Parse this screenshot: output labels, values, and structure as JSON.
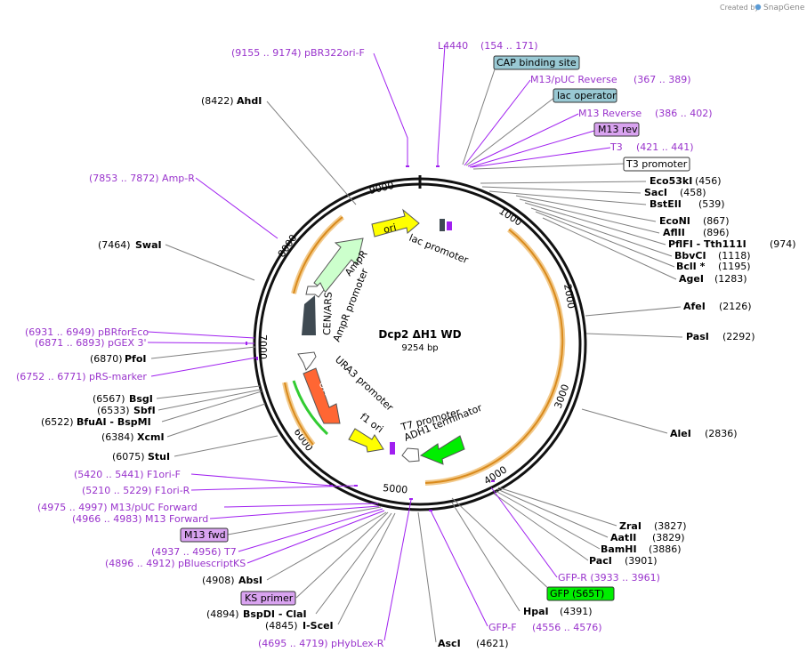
{
  "header": {
    "created_by": "Created by",
    "brand": "SnapGene"
  },
  "plasmid": {
    "name": "Dcp2 ΔH1 WD",
    "size": "9254 bp"
  },
  "ticks": [
    "1000",
    "2000",
    "3000",
    "4000",
    "5000",
    "6000",
    "7000",
    "8000",
    "9000"
  ],
  "inner_labels": {
    "ori": "ori",
    "lac_promoter": "lac promoter",
    "ampr": "AmpR",
    "ampr_promoter": "AmpR promoter",
    "cen_ars": "CEN/ARS",
    "ura3_promoter": "URA3 promoter",
    "ura3": "URA3",
    "f1_ori": "f1 ori",
    "t7_promoter": "T7 promoter",
    "adh1_terminator": "ADH1 terminator"
  },
  "labels": [
    {
      "id": "pbr322ori-f",
      "text": "(9155 .. 9174)  pBR322ori-F",
      "style": "p"
    },
    {
      "id": "l4440",
      "text": "L4440",
      "style": "p"
    },
    {
      "id": "l4440-pos",
      "text": "(154 .. 171)",
      "style": "p"
    },
    {
      "id": "cap-binding",
      "text": "CAP binding site",
      "style": "box-teal"
    },
    {
      "id": "m13-puc-rev",
      "text": "M13/pUC Reverse",
      "style": "p"
    },
    {
      "id": "m13-puc-rev-pos",
      "text": "(367 .. 389)",
      "style": "p"
    },
    {
      "id": "lac-operator",
      "text": "lac operator",
      "style": "box-teal"
    },
    {
      "id": "m13-reverse",
      "text": "M13 Reverse",
      "style": "p"
    },
    {
      "id": "m13-reverse-pos",
      "text": "(386 .. 402)",
      "style": "p"
    },
    {
      "id": "m13-rev",
      "text": "M13 rev",
      "style": "box-purple"
    },
    {
      "id": "t3",
      "text": "T3",
      "style": "p"
    },
    {
      "id": "t3-pos",
      "text": "(421 .. 441)",
      "style": "p"
    },
    {
      "id": "t3-promoter",
      "text": "T3 promoter",
      "style": "box-white"
    },
    {
      "id": "eco53ki",
      "name": "Eco53kI",
      "pos": "(456)",
      "style": "site"
    },
    {
      "id": "saci",
      "name": "SacI",
      "pos": "(458)",
      "style": "site"
    },
    {
      "id": "bsteii",
      "name": "BstEII",
      "pos": "(539)",
      "style": "site"
    },
    {
      "id": "econi",
      "name": "EcoNI",
      "pos": "(867)",
      "style": "site"
    },
    {
      "id": "aflii",
      "name": "AflII",
      "pos": "(896)",
      "style": "site"
    },
    {
      "id": "pflfi",
      "name": "PflFI  - Tth111I",
      "pos": "(974)",
      "style": "site"
    },
    {
      "id": "bbvci",
      "name": "BbvCI",
      "pos": "(1118)",
      "style": "site"
    },
    {
      "id": "bcli",
      "name": "BclI *",
      "pos": "(1195)",
      "style": "site"
    },
    {
      "id": "agei",
      "name": "AgeI",
      "pos": "(1283)",
      "style": "site"
    },
    {
      "id": "afei",
      "name": "AfeI",
      "pos": "(2126)",
      "style": "site"
    },
    {
      "id": "pasi",
      "name": "PasI",
      "pos": "(2292)",
      "style": "site"
    },
    {
      "id": "alei",
      "name": "AleI",
      "pos": "(2836)",
      "style": "site"
    },
    {
      "id": "zrai",
      "name": "ZraI",
      "pos": "(3827)",
      "style": "site"
    },
    {
      "id": "aatii",
      "name": "AatII",
      "pos": "(3829)",
      "style": "site"
    },
    {
      "id": "bamhi",
      "name": "BamHI",
      "pos": "(3886)",
      "style": "site"
    },
    {
      "id": "paci",
      "name": "PacI",
      "pos": "(3901)",
      "style": "site"
    },
    {
      "id": "gfp-r",
      "text": "GFP-R    (3933 .. 3961)",
      "style": "p"
    },
    {
      "id": "gfp-s65t",
      "text": "GFP (S65T)",
      "style": "box-green"
    },
    {
      "id": "hpai",
      "name": "HpaI",
      "pos": "(4391)",
      "style": "site"
    },
    {
      "id": "gfp-f",
      "text": "GFP-F",
      "style": "p"
    },
    {
      "id": "gfp-f-pos",
      "text": "(4556 .. 4576)",
      "style": "p"
    },
    {
      "id": "asci",
      "name": "AscI",
      "pos": "(4621)",
      "style": "site"
    },
    {
      "id": "ahdi",
      "name": "AhdI",
      "pos": "(8422)",
      "style": "site-left"
    },
    {
      "id": "amp-r",
      "text": "(7853 .. 7872)  Amp-R",
      "style": "p"
    },
    {
      "id": "swai",
      "name": "SwaI",
      "pos": "(7464)",
      "style": "site-left"
    },
    {
      "id": "pbrforeco",
      "text": "(6931 .. 6949)  pBRforEco",
      "style": "p"
    },
    {
      "id": "pgex3",
      "text": "(6871 .. 6893)  pGEX 3'",
      "style": "p"
    },
    {
      "id": "pfoi",
      "name": "PfoI",
      "pos": "(6870)",
      "style": "site-left"
    },
    {
      "id": "prs-marker",
      "text": "(6752 .. 6771)  pRS-marker",
      "style": "p"
    },
    {
      "id": "bsgi",
      "name": "BsgI",
      "pos": "(6567)",
      "style": "site-left"
    },
    {
      "id": "sbfi",
      "name": "SbfI",
      "pos": "(6533)",
      "style": "site-left"
    },
    {
      "id": "bfuai",
      "name": "BfuAI   - BspMI",
      "pos": "(6522)",
      "style": "site-left"
    },
    {
      "id": "xcmi",
      "name": "XcmI",
      "pos": "(6384)",
      "style": "site-left"
    },
    {
      "id": "stui",
      "name": "StuI",
      "pos": "(6075)",
      "style": "site-left"
    },
    {
      "id": "f1ori-f",
      "text": "(5420 .. 5441)  F1ori-F",
      "style": "p"
    },
    {
      "id": "f1ori-r",
      "text": "(5210 .. 5229)  F1ori-R",
      "style": "p"
    },
    {
      "id": "m13-puc-fwd",
      "text": "(4975 .. 4997)  M13/pUC Forward",
      "style": "p"
    },
    {
      "id": "m13-forward",
      "text": "(4966 .. 4983)  M13 Forward",
      "style": "p"
    },
    {
      "id": "m13-fwd",
      "text": "M13 fwd",
      "style": "box-purple"
    },
    {
      "id": "t7",
      "text": "(4937 .. 4956)  T7",
      "style": "p"
    },
    {
      "id": "pbluescriptks",
      "text": "(4896 .. 4912)  pBluescriptKS",
      "style": "p"
    },
    {
      "id": "absi",
      "name": "AbsI",
      "pos": "(4908)",
      "style": "site-left"
    },
    {
      "id": "ks-primer",
      "text": "KS primer",
      "style": "box-purple"
    },
    {
      "id": "bspdi",
      "name": "BspDI   - ClaI",
      "pos": "(4894)",
      "style": "site-left"
    },
    {
      "id": "i-scei",
      "name": "I-SceI",
      "pos": "(4845)",
      "style": "site-left"
    },
    {
      "id": "phyblex-r",
      "text": "(4695 .. 4719)  pHybLex-R",
      "style": "p"
    }
  ],
  "colors": {
    "ori": "#ffff00",
    "ampr": "#ccffcc",
    "cen_ars": "#3f4a52",
    "ura3": "#ff6633",
    "f1ori": "#ffff00",
    "gfp": "#00ee00",
    "orf": "#e6a040",
    "primer": "#a020f0",
    "teal_box": "#99c9d4",
    "purple_box": "#d9a3f0",
    "green_box": "#00ee00"
  }
}
